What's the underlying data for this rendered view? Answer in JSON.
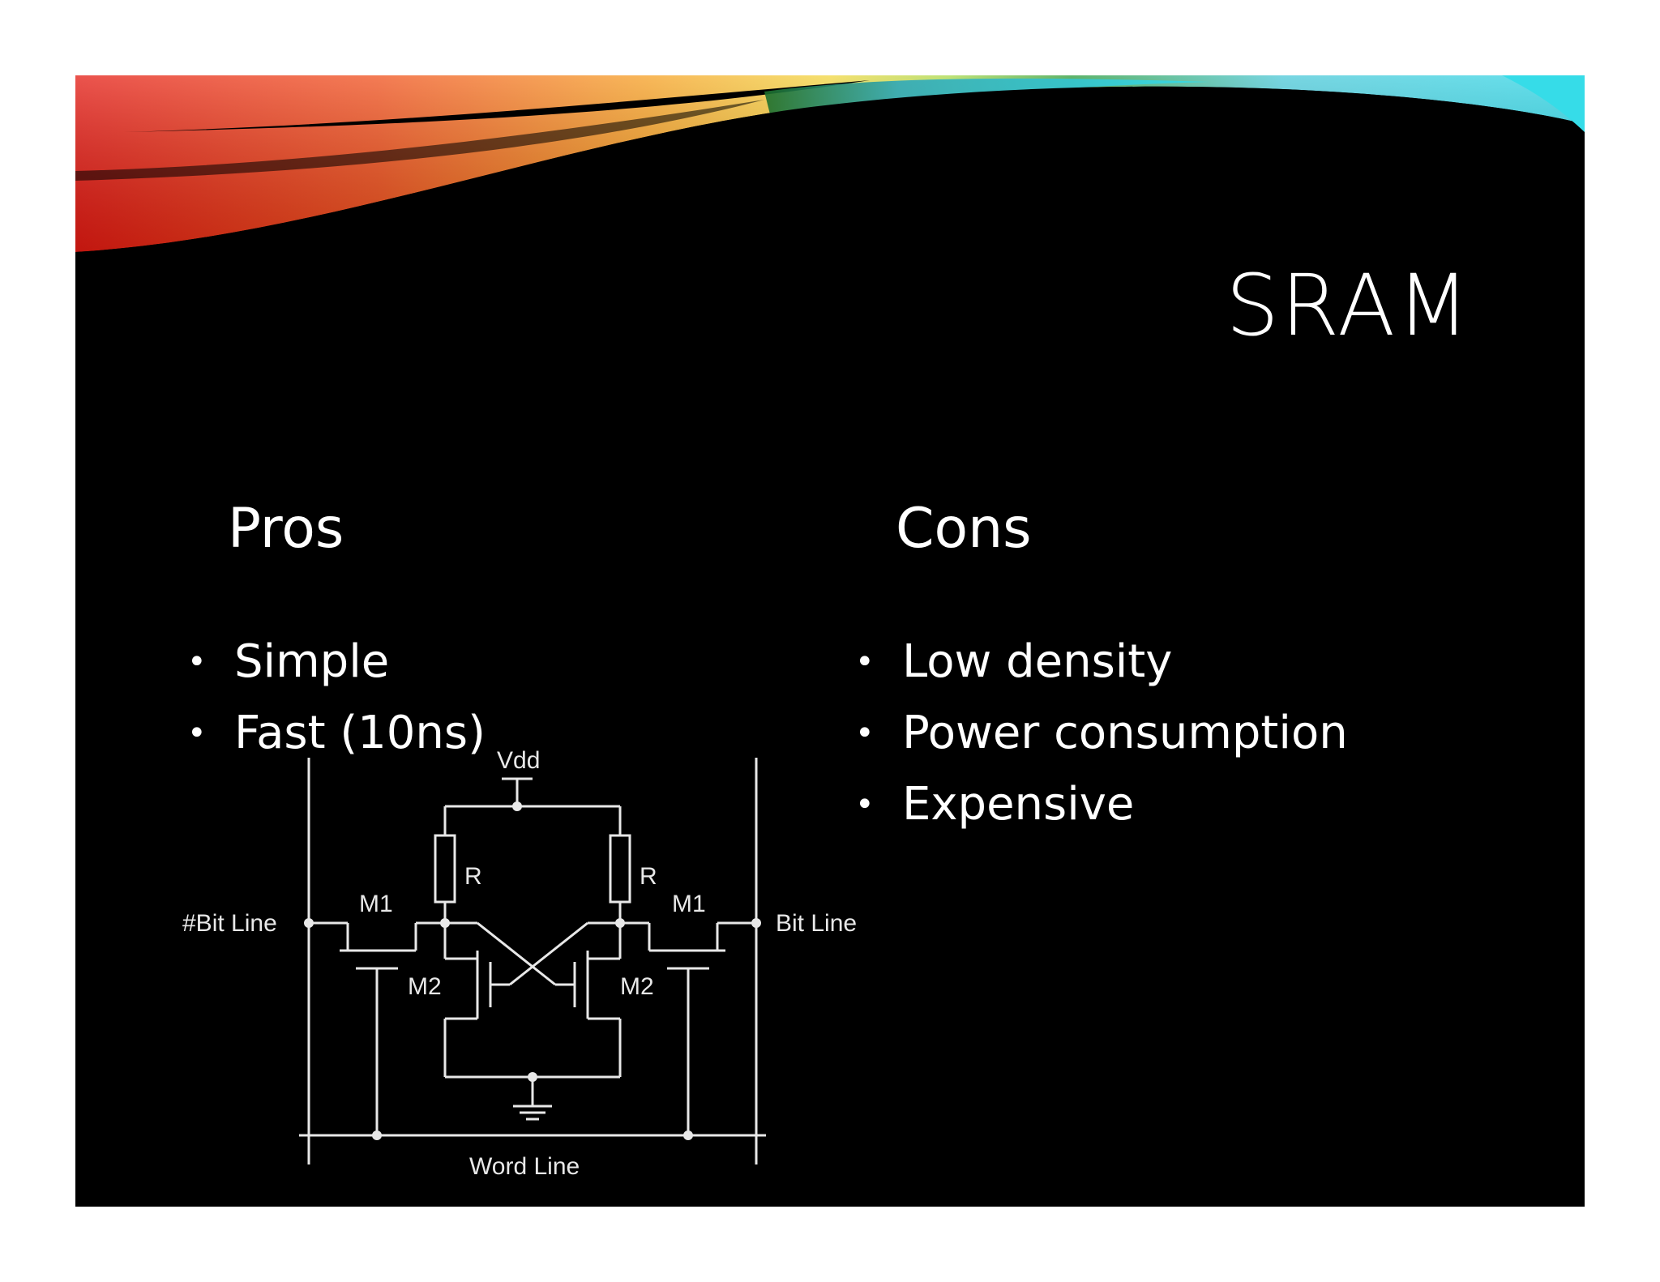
{
  "slide": {
    "title": "SRAM",
    "pros": {
      "heading": "Pros",
      "items": [
        "Simple",
        "Fast (10ns)"
      ]
    },
    "cons": {
      "heading": "Cons",
      "items": [
        "Low density",
        "Power consumption",
        "Expensive"
      ]
    }
  },
  "circuit": {
    "labels": {
      "vdd": "Vdd",
      "resistor_left": "R",
      "resistor_right": "R",
      "m1_left": "M1",
      "m1_right": "M1",
      "m2_left": "M2",
      "m2_right": "M2",
      "bit_line_bar": "#Bit Line",
      "bit_line": "Bit Line",
      "word_line": "Word Line"
    }
  },
  "colors": {
    "background": "#000000",
    "text": "#ffffff",
    "circuit_line": "#e8e8e8",
    "banner_warm": "#f03a1c",
    "banner_cool": "#2ed6e6"
  }
}
